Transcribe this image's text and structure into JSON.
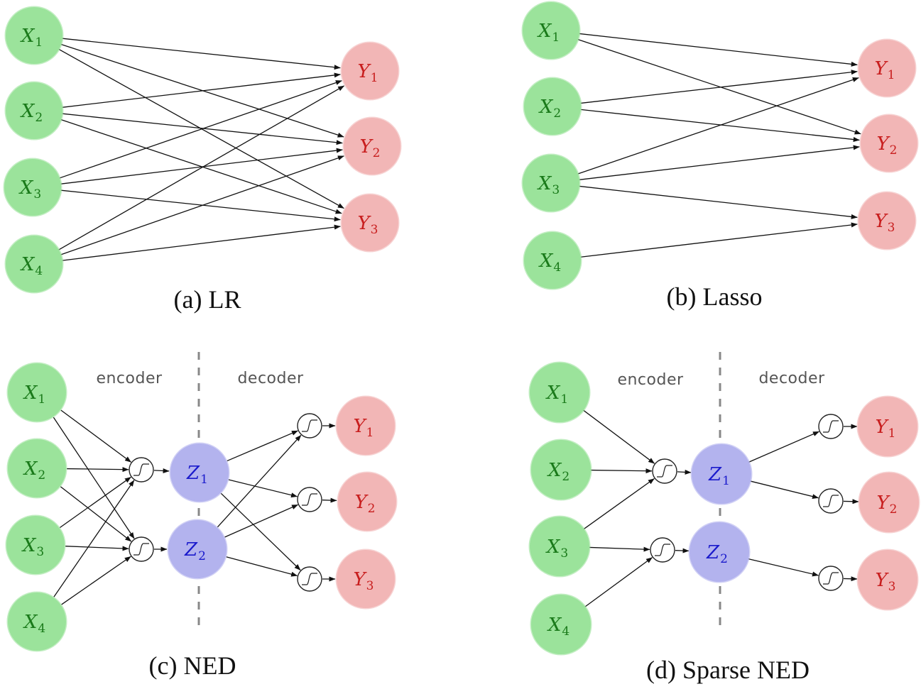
{
  "colors": {
    "x_fill": "#9be39b",
    "x_text": "#1a7a1a",
    "y_fill": "#f2b6b6",
    "y_text": "#c81e1e",
    "z_fill": "#b3b3ee",
    "z_text": "#1a1acc",
    "divider": "#888888"
  },
  "icons": {
    "activation": "sigmoid-activation-icon"
  },
  "panels": [
    {
      "id": "a",
      "caption": "(a) LR",
      "x_nodes": [
        {
          "base": "X",
          "sub": "1"
        },
        {
          "base": "X",
          "sub": "2"
        },
        {
          "base": "X",
          "sub": "3"
        },
        {
          "base": "X",
          "sub": "4"
        }
      ],
      "y_nodes": [
        {
          "base": "Y",
          "sub": "1"
        },
        {
          "base": "Y",
          "sub": "2"
        },
        {
          "base": "Y",
          "sub": "3"
        }
      ],
      "edges": [
        [
          0,
          0
        ],
        [
          0,
          1
        ],
        [
          0,
          2
        ],
        [
          1,
          0
        ],
        [
          1,
          1
        ],
        [
          1,
          2
        ],
        [
          2,
          0
        ],
        [
          2,
          1
        ],
        [
          2,
          2
        ],
        [
          3,
          0
        ],
        [
          3,
          1
        ],
        [
          3,
          2
        ]
      ]
    },
    {
      "id": "b",
      "caption": "(b) Lasso",
      "x_nodes": [
        {
          "base": "X",
          "sub": "1"
        },
        {
          "base": "X",
          "sub": "2"
        },
        {
          "base": "X",
          "sub": "3"
        },
        {
          "base": "X",
          "sub": "4"
        }
      ],
      "y_nodes": [
        {
          "base": "Y",
          "sub": "1"
        },
        {
          "base": "Y",
          "sub": "2"
        },
        {
          "base": "Y",
          "sub": "3"
        }
      ],
      "edges": [
        [
          0,
          0
        ],
        [
          0,
          1
        ],
        [
          1,
          0
        ],
        [
          1,
          1
        ],
        [
          2,
          0
        ],
        [
          2,
          1
        ],
        [
          2,
          2
        ],
        [
          3,
          2
        ]
      ]
    },
    {
      "id": "c",
      "caption": "(c) NED",
      "encoder_label": "encoder",
      "decoder_label": "decoder",
      "x_nodes": [
        {
          "base": "X",
          "sub": "1"
        },
        {
          "base": "X",
          "sub": "2"
        },
        {
          "base": "X",
          "sub": "3"
        },
        {
          "base": "X",
          "sub": "4"
        }
      ],
      "z_nodes": [
        {
          "base": "Z",
          "sub": "1"
        },
        {
          "base": "Z",
          "sub": "2"
        }
      ],
      "y_nodes": [
        {
          "base": "Y",
          "sub": "1"
        },
        {
          "base": "Y",
          "sub": "2"
        },
        {
          "base": "Y",
          "sub": "3"
        }
      ],
      "enc_edges": [
        [
          0,
          0
        ],
        [
          0,
          1
        ],
        [
          1,
          0
        ],
        [
          1,
          1
        ],
        [
          2,
          0
        ],
        [
          2,
          1
        ],
        [
          3,
          0
        ],
        [
          3,
          1
        ]
      ],
      "dec_edges": [
        [
          0,
          0
        ],
        [
          0,
          1
        ],
        [
          0,
          2
        ],
        [
          1,
          0
        ],
        [
          1,
          1
        ],
        [
          1,
          2
        ]
      ]
    },
    {
      "id": "d",
      "caption": "(d) Sparse NED",
      "encoder_label": "encoder",
      "decoder_label": "decoder",
      "x_nodes": [
        {
          "base": "X",
          "sub": "1"
        },
        {
          "base": "X",
          "sub": "2"
        },
        {
          "base": "X",
          "sub": "3"
        },
        {
          "base": "X",
          "sub": "4"
        }
      ],
      "z_nodes": [
        {
          "base": "Z",
          "sub": "1"
        },
        {
          "base": "Z",
          "sub": "2"
        }
      ],
      "y_nodes": [
        {
          "base": "Y",
          "sub": "1"
        },
        {
          "base": "Y",
          "sub": "2"
        },
        {
          "base": "Y",
          "sub": "3"
        }
      ],
      "enc_edges": [
        [
          0,
          0
        ],
        [
          1,
          0
        ],
        [
          2,
          0
        ],
        [
          2,
          1
        ],
        [
          3,
          1
        ]
      ],
      "dec_edges": [
        [
          0,
          0
        ],
        [
          0,
          1
        ],
        [
          1,
          2
        ]
      ]
    }
  ]
}
